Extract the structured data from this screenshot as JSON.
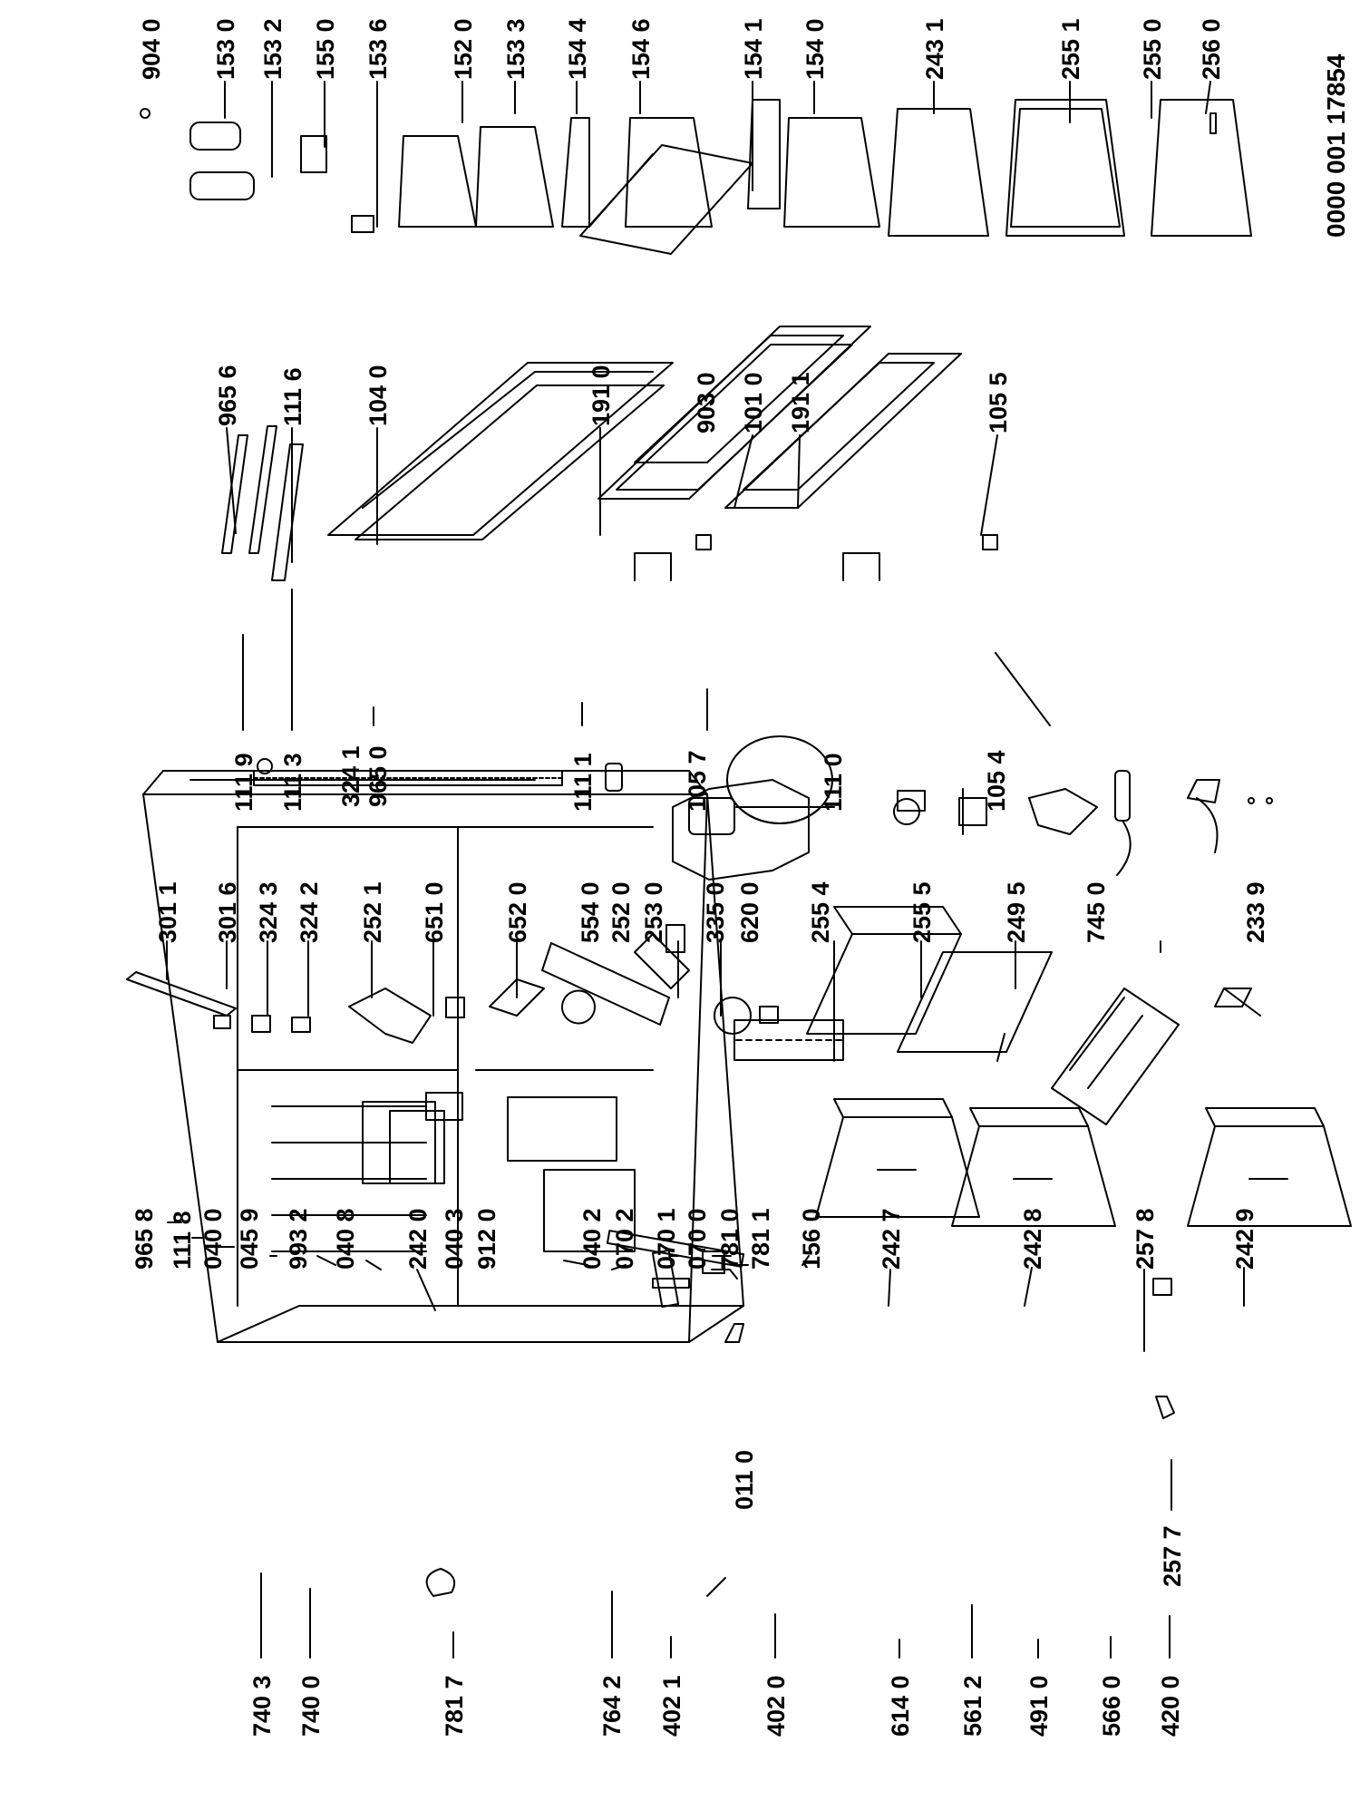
{
  "document_id": "0000 001 17854",
  "part_numbers": {
    "p7403": "740 3",
    "p7400": "740 0",
    "p7817": "781 7",
    "p7642": "764 2",
    "p4021": "402 1",
    "p4020": "402 0",
    "p6140": "614 0",
    "p5612": "561 2",
    "p4910": "491 0",
    "p5660": "566 0",
    "p4200": "420 0",
    "p0110": "011 0",
    "p2577": "257 7",
    "p9658": "965 8",
    "p1118": "111 8",
    "p0400": "040 0",
    "p0459": "045 9",
    "p9932": "993 2",
    "p0408": "040 8",
    "p2420": "242 0",
    "p0403": "040 3",
    "p9120": "912 0",
    "p0402": "040 2",
    "p0702": "070 2",
    "p0701": "070 1",
    "p0700": "070 0",
    "p7810": "781 0",
    "p7811": "781 1",
    "p1560": "156 0",
    "p2427": "242 7",
    "p2428": "242 8",
    "p2578": "257 8",
    "p2429": "242 9",
    "p3011": "301 1",
    "p3016": "301 6",
    "p3243": "324 3",
    "p3242": "324 2",
    "p2521": "252 1",
    "p6510": "651 0",
    "p6520": "652 0",
    "p5540": "554 0",
    "p2520": "252 0",
    "p2530": "253 0",
    "p3350": "335 0",
    "p6200": "620 0",
    "p2554": "255 4",
    "p2555": "255 5",
    "p2495": "249 5",
    "p7450": "745 0",
    "p2339": "233 9",
    "p1119": "111 9",
    "p1113": "111 3",
    "p3241": "324 1",
    "p9650": "965 0",
    "p1111": "111 1",
    "p1057": "105 7",
    "p1110": "111 0",
    "p1054": "105 4",
    "p9656": "965 6",
    "p1116": "111 6",
    "p1040": "104 0",
    "p1910": "191 0",
    "p9030": "903 0",
    "p1010": "101 0",
    "p1911": "191 1",
    "p1055": "105 5",
    "p9040": "904 0",
    "p1530": "153 0",
    "p1532": "153 2",
    "p1550": "155 0",
    "p1536": "153 6",
    "p1520": "152 0",
    "p1533": "153 3",
    "p1544": "154 4",
    "p1546": "154 6",
    "p1541": "154 1",
    "p1540": "154 0",
    "p2431": "243 1",
    "p2551": "255 1",
    "p2550": "255 0",
    "p2560": "256 0"
  }
}
